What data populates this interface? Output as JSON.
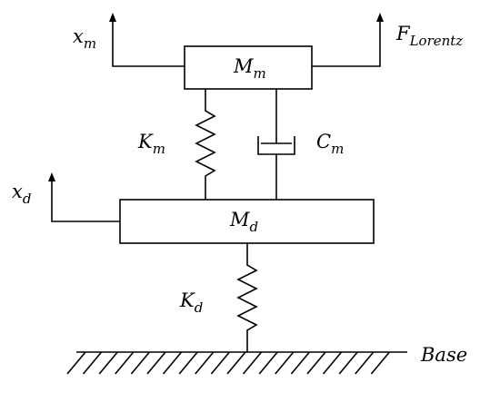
{
  "labels": {
    "xm": {
      "main": "x",
      "sub": "m"
    },
    "florentz": {
      "main": "F",
      "sub": "Lorentz"
    },
    "mass_m": {
      "main": "M",
      "sub": "m"
    },
    "spring_km": {
      "main": "K",
      "sub": "m"
    },
    "damper_cm": {
      "main": "C",
      "sub": "m"
    },
    "xd": {
      "main": "x",
      "sub": "d"
    },
    "mass_d": {
      "main": "M",
      "sub": "d"
    },
    "spring_kd": {
      "main": "K",
      "sub": "d"
    },
    "base": "Base"
  }
}
